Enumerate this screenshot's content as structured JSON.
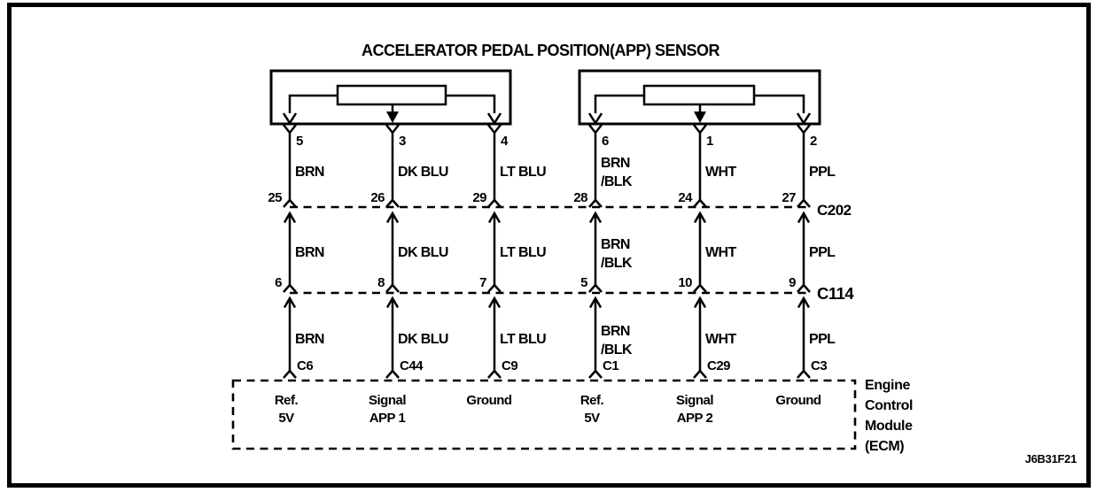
{
  "diagram": {
    "title": "ACCELERATOR PEDAL POSITION(APP) SENSOR",
    "figure_code": "J6B31F21",
    "connector_c202": "C202",
    "connector_c114": "C114",
    "ecm_label_lines": [
      "Engine",
      "Control",
      "Module",
      "(ECM)"
    ],
    "ink_color": "#000000",
    "paper_color": "#ffffff"
  },
  "columns": [
    {
      "sensor_pin": "5",
      "color_lines": [
        "BRN"
      ],
      "c202_pin": "25",
      "c114_pin": "6",
      "ecm_pin": "C6",
      "function_lines": [
        "Ref.",
        "5V"
      ]
    },
    {
      "sensor_pin": "3",
      "color_lines": [
        "DK BLU"
      ],
      "c202_pin": "26",
      "c114_pin": "8",
      "ecm_pin": "C44",
      "function_lines": [
        "Signal",
        "APP 1"
      ]
    },
    {
      "sensor_pin": "4",
      "color_lines": [
        "LT BLU"
      ],
      "c202_pin": "29",
      "c114_pin": "7",
      "ecm_pin": "C9",
      "function_lines": [
        "Ground"
      ]
    },
    {
      "sensor_pin": "6",
      "color_lines": [
        "BRN",
        "/BLK"
      ],
      "c202_pin": "28",
      "c114_pin": "5",
      "ecm_pin": "C1",
      "function_lines": [
        "Ref.",
        "5V"
      ]
    },
    {
      "sensor_pin": "1",
      "color_lines": [
        "WHT"
      ],
      "c202_pin": "24",
      "c114_pin": "10",
      "ecm_pin": "C29",
      "function_lines": [
        "Signal",
        "APP 2"
      ]
    },
    {
      "sensor_pin": "2",
      "color_lines": [
        "PPL"
      ],
      "c202_pin": "27",
      "c114_pin": "9",
      "ecm_pin": "C3",
      "function_lines": [
        "Ground"
      ]
    }
  ]
}
